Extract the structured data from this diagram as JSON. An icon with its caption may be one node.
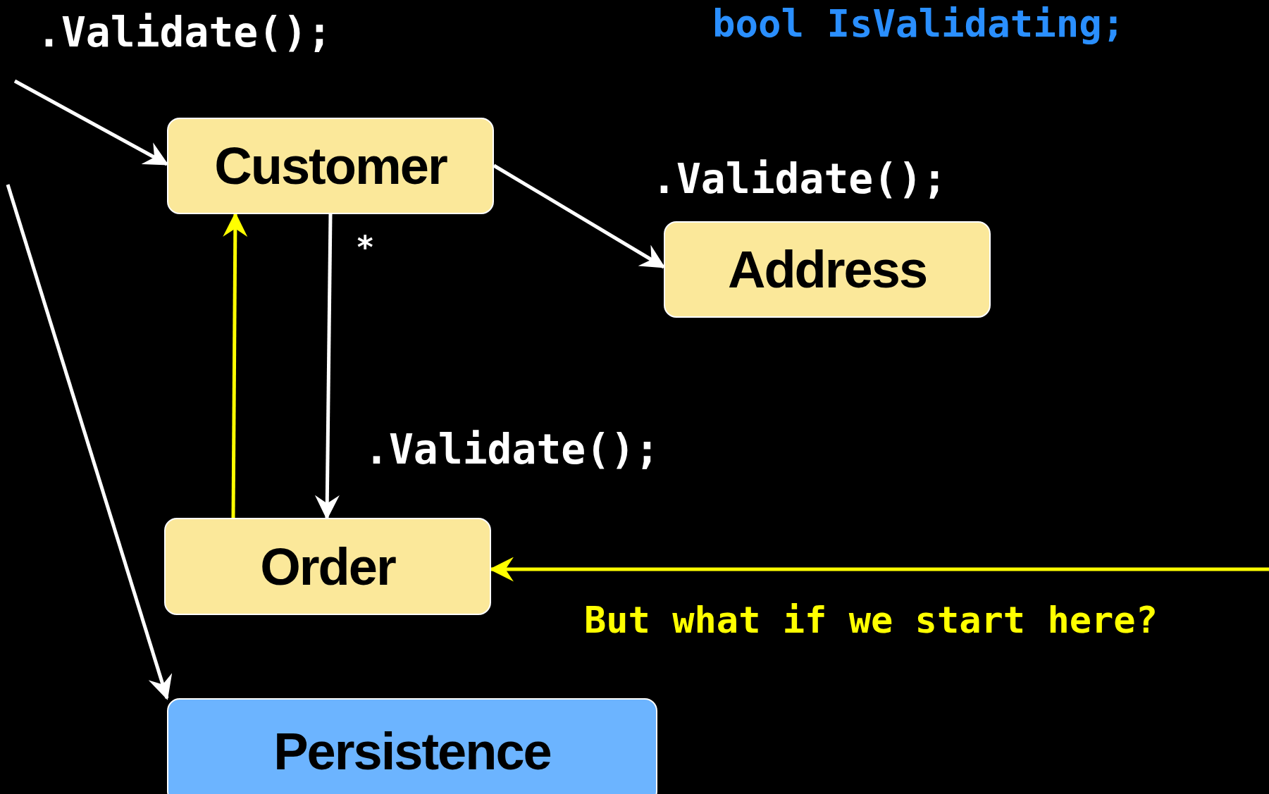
{
  "diagram": {
    "nodes": [
      {
        "text": [
          "Customer"
        ]
      },
      {
        "text": [
          "Address"
        ]
      },
      {
        "text": [
          "Order"
        ]
      },
      {
        "text": [
          "Persistence"
        ]
      }
    ],
    "edges": [
      {
        "from": null,
        "to": 0,
        "arrow": "to",
        "label": ".Validate();"
      },
      {
        "from": 0,
        "to": 1,
        "arrow": "to",
        "label": ".Validate();"
      },
      {
        "from": 0,
        "to": 2,
        "arrow": "to",
        "label": ".Validate();"
      },
      {
        "from": 2,
        "to": 0,
        "arrow": "to",
        "color": "#ffff00"
      },
      {
        "from": null,
        "to": 2,
        "arrow": "to",
        "color": "#ffff00",
        "label": "But what if we start here?"
      },
      {
        "from": null,
        "to": 3,
        "arrow": "to"
      }
    ],
    "labels": [
      "bool IsValidating;",
      "*"
    ]
  }
}
